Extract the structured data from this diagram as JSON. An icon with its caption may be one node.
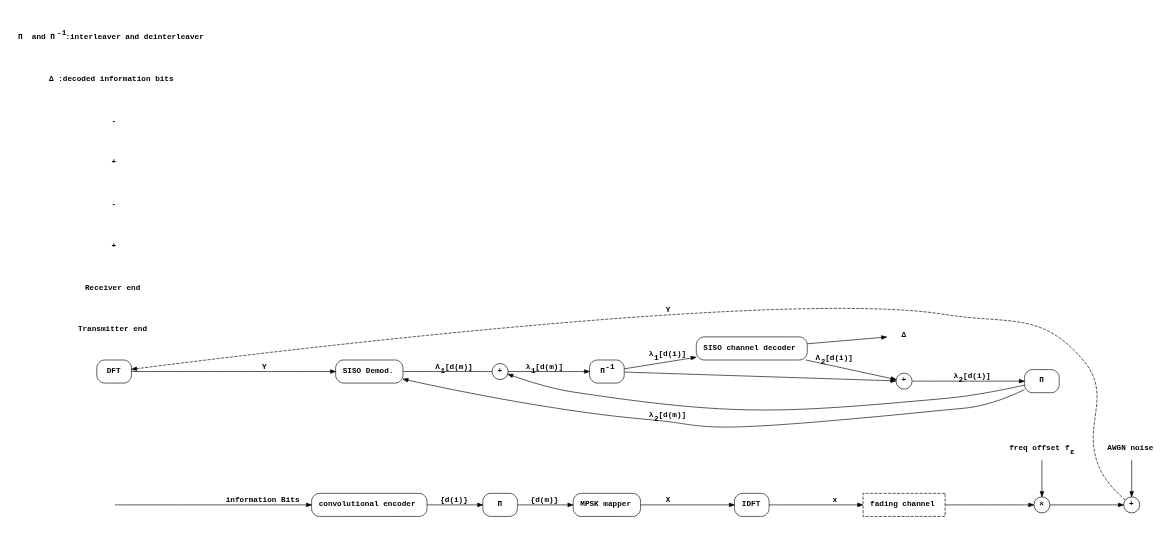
{
  "diagram": {
    "nodes": [
      {
        "text": [
          "convolutional encoder"
        ]
      },
      {
        "text": [
          "Π"
        ]
      },
      {
        "text": [
          "MPSK mapper"
        ]
      },
      {
        "text": [
          "IDFT"
        ]
      },
      {
        "text": [
          "fading channel"
        ]
      },
      {
        "text": [
          "f$_{ε}$"
        ],
        "beside": [
          "freq offset"
        ]
      },
      {
        "text": [
          "×"
        ]
      },
      {
        "text": [
          "AWGN noise"
        ]
      },
      {
        "text": [
          "+"
        ]
      },
      {
        "text": [
          "DFT"
        ]
      },
      {
        "text": [
          "SISO Demod."
        ]
      },
      {
        "text": [
          "+"
        ]
      },
      {
        "text": [
          "Π$^{-1}$"
        ]
      },
      {
        "text": [
          "SISO channel decoder"
        ]
      },
      {
        "text": [
          "Δ"
        ]
      },
      {
        "text": [
          "+"
        ]
      },
      {
        "text": [
          "Π"
        ]
      }
    ],
    "edges": [
      {
        "from": null,
        "to": 0,
        "arrow": "to",
        "label": "information Bits"
      },
      {
        "from": 0,
        "to": 1,
        "arrow": "to",
        "label": "{d(i)}"
      },
      {
        "from": 1,
        "to": 2,
        "arrow": "to",
        "label": "{d(m)}"
      },
      {
        "from": 2,
        "to": 3,
        "arrow": "to",
        "label": "X"
      },
      {
        "from": 3,
        "to": 4,
        "arrow": "to",
        "label": "x"
      },
      {
        "from": 4,
        "to": 6,
        "arrow": "to"
      },
      {
        "from": 5,
        "to": 6,
        "arrow": "to"
      },
      {
        "from": 6,
        "to": 8,
        "arrow": "to"
      },
      {
        "from": 7,
        "to": 8,
        "arrow": "to"
      },
      {
        "from": 8,
        "to": 9,
        "arrow": "to",
        "label": "Y",
        "style": "dashed"
      },
      {
        "from": 9,
        "to": 10,
        "arrow": "to",
        "label": "Y"
      },
      {
        "from": 10,
        "to": 11,
        "arrow": "none",
        "label": "Λ$_{1}$[d(m)]"
      },
      {
        "from": 11,
        "to": 12,
        "arrow": "to",
        "label": "λ$_{1}$[d(m)]"
      },
      {
        "from": 12,
        "to": 13,
        "arrow": "to",
        "label": "λ$_{1}$[d(i)]"
      },
      {
        "from": 12,
        "to": 15,
        "arrow": "to"
      },
      {
        "from": 13,
        "to": 15,
        "arrow": "to",
        "label": "Λ$_{2}$[d(i)]"
      },
      {
        "from": 13,
        "to": 14,
        "arrow": "to"
      },
      {
        "from": 15,
        "to": 16,
        "arrow": "to",
        "label": "λ$_{2}$[d(i)]"
      },
      {
        "from": 16,
        "to": 10,
        "arrow": "to",
        "label": "λ$_{2}$[d(m)]"
      },
      {
        "from": 16,
        "to": 11,
        "arrow": "to"
      }
    ],
    "labels": [
      "Transmitter end",
      "Receiver end",
      "+",
      "-",
      "+",
      "-",
      "Δ :decoded information bits",
      "Π  and Π$^{-1}$:interleaver and deinterleaver"
    ]
  }
}
